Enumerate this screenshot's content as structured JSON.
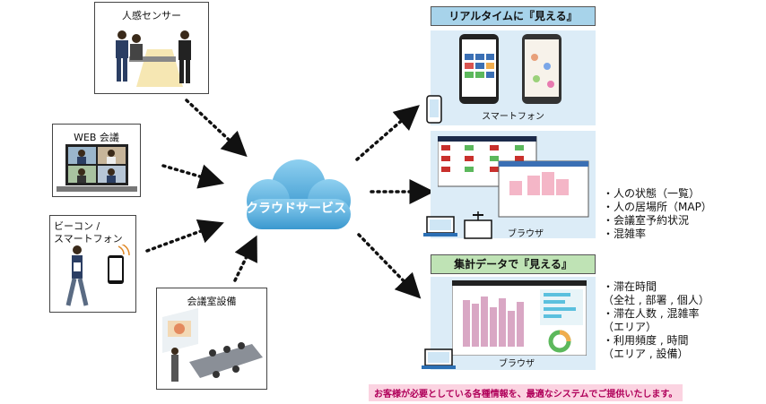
{
  "sources": {
    "sensor": "人感センサー",
    "web_meeting": "WEB 会議",
    "beacon_line1": "ビーコン /",
    "beacon_line2": "スマートフォン",
    "meeting_room": "会議室設備"
  },
  "cloud": {
    "label": "クラウドサービス"
  },
  "realtime": {
    "title": "リアルタイムに『見える』",
    "smartphone_label": "スマートフォン",
    "browser_label": "ブラウザ",
    "bullets": [
      "・人の状態（一覧）",
      "・人の居場所（MAP）",
      "・会議室予約状況",
      "・混雑率"
    ]
  },
  "aggregate": {
    "title": "集計データで『見える』",
    "browser_label": "ブラウザ",
    "bullets": [
      "・滞在時間",
      "（全社 , 部署 , 個人）",
      "・滞在人数 , 混雑率",
      "（エリア）",
      "・利用頻度 , 時間",
      "（エリア , 設備）"
    ]
  },
  "footer": "お客様が必要としている各種情報を、最適なシステムでご提供いたします。",
  "colors": {
    "panel": "#dcecf7",
    "header_blue": "#a7d3ea",
    "header_green": "#bfe3b5",
    "cloud": "#4aa8d8",
    "footer_bg": "#fbd3e1",
    "footer_text": "#b0005a"
  }
}
